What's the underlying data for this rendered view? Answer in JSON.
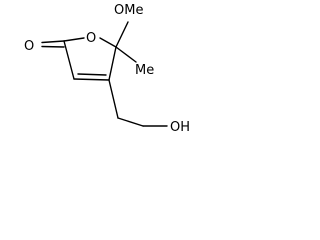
{
  "molecule": {
    "labels": {
      "carbonyl_o": "O",
      "ring_o": "O",
      "methoxy": "OMe",
      "methyl": "Me",
      "hydroxyl": "OH"
    },
    "colors": {
      "ink": "#000000",
      "background": "#ffffff"
    }
  }
}
